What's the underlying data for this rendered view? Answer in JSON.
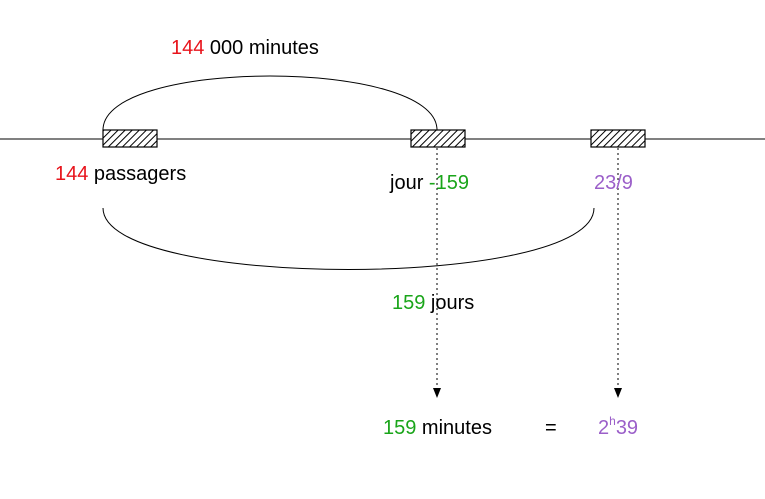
{
  "colors": {
    "red": "#e8141c",
    "green": "#1aa51a",
    "purple": "#9b5fc9",
    "black": "#000000"
  },
  "labels": {
    "top_arc": {
      "number": "144",
      "text": " 000 minutes"
    },
    "passengers": {
      "number": "144",
      "text": " passagers"
    },
    "day": {
      "text": "jour ",
      "number": "-159"
    },
    "date": {
      "text": "23/9"
    },
    "bottom_arc": {
      "number": "159",
      "text": " jours"
    },
    "minutes": {
      "number": "159",
      "text": " minutes"
    },
    "equals": "=",
    "time": {
      "hours": "2",
      "unit": "h",
      "minutes": "39"
    }
  }
}
